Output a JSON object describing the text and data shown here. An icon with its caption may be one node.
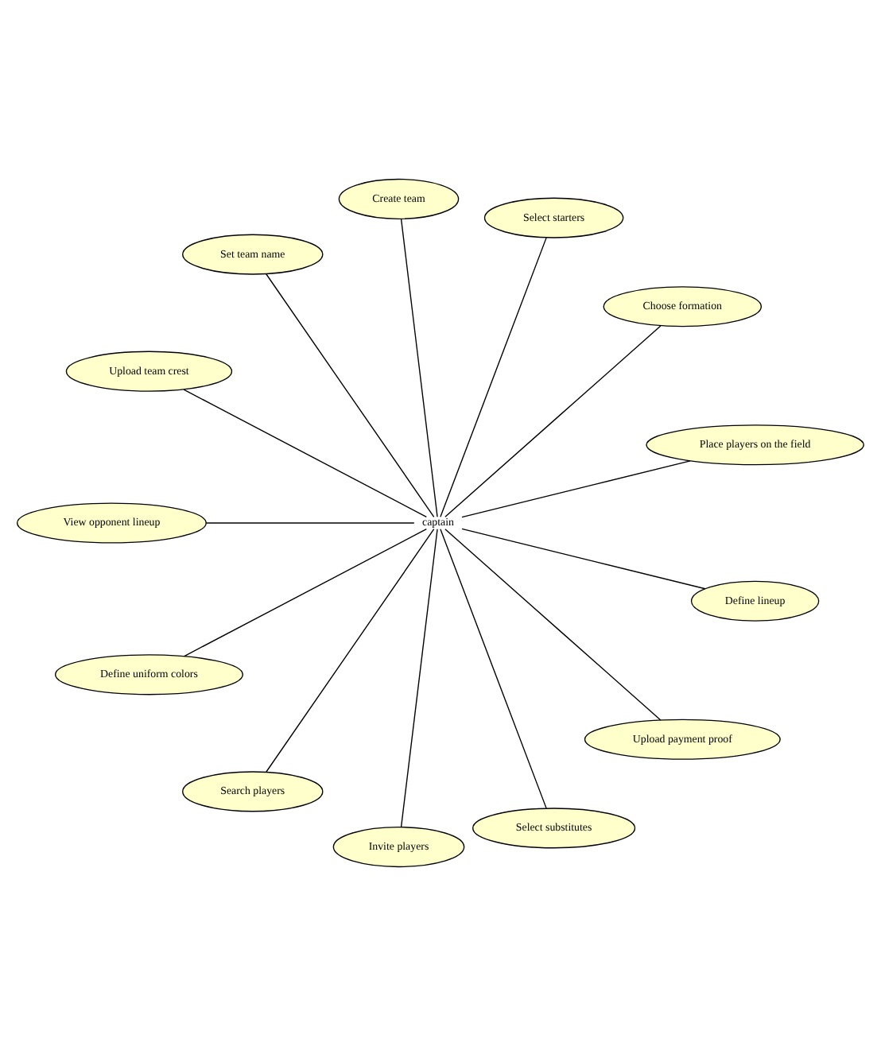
{
  "diagram": {
    "nodes": [
      {
        "text": [
          "captain"
        ]
      },
      {
        "text": [
          "Place players on the field"
        ]
      },
      {
        "text": [
          "Choose formation"
        ]
      },
      {
        "text": [
          "Select starters"
        ]
      },
      {
        "text": [
          "Create team"
        ]
      },
      {
        "text": [
          "Set team name"
        ]
      },
      {
        "text": [
          "Upload team crest"
        ]
      },
      {
        "text": [
          "View opponent lineup"
        ]
      },
      {
        "text": [
          "Define uniform colors"
        ]
      },
      {
        "text": [
          "Search players"
        ]
      },
      {
        "text": [
          "Invite players"
        ]
      },
      {
        "text": [
          "Select substitutes"
        ]
      },
      {
        "text": [
          "Upload payment proof"
        ]
      },
      {
        "text": [
          "Define lineup"
        ]
      }
    ],
    "edges": [
      {
        "from": 0,
        "to": 1,
        "arrow": "none"
      },
      {
        "from": 0,
        "to": 2,
        "arrow": "none"
      },
      {
        "from": 0,
        "to": 3,
        "arrow": "none"
      },
      {
        "from": 0,
        "to": 4,
        "arrow": "none"
      },
      {
        "from": 0,
        "to": 5,
        "arrow": "none"
      },
      {
        "from": 0,
        "to": 6,
        "arrow": "none"
      },
      {
        "from": 0,
        "to": 7,
        "arrow": "none"
      },
      {
        "from": 0,
        "to": 8,
        "arrow": "none"
      },
      {
        "from": 0,
        "to": 9,
        "arrow": "none"
      },
      {
        "from": 0,
        "to": 10,
        "arrow": "none"
      },
      {
        "from": 0,
        "to": 11,
        "arrow": "none"
      },
      {
        "from": 0,
        "to": 12,
        "arrow": "none"
      },
      {
        "from": 0,
        "to": 13,
        "arrow": "none"
      }
    ]
  }
}
